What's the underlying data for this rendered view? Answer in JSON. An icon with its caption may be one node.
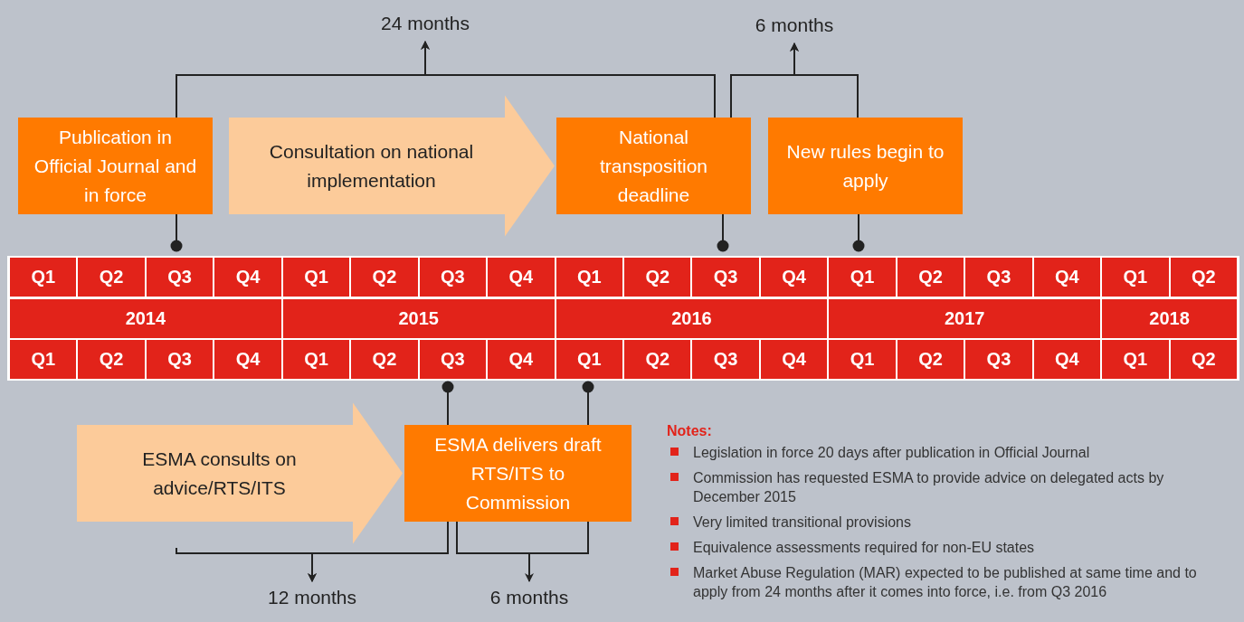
{
  "diagram": {
    "nodes": [
      {
        "text": [
          "24 months"
        ]
      },
      {
        "text": [
          "6 months"
        ]
      },
      {
        "text": [
          "Publication in Official Journal and in force"
        ]
      },
      {
        "text": [
          "National transposition deadline"
        ]
      },
      {
        "text": [
          "New rules begin to apply"
        ]
      },
      {
        "text": [
          "Q1"
        ]
      },
      {
        "text": [
          "Q2"
        ]
      },
      {
        "text": [
          "Q3"
        ]
      },
      {
        "text": [
          "Q4"
        ]
      },
      {
        "text": [
          "Q1"
        ]
      },
      {
        "text": [
          "Q2"
        ]
      },
      {
        "text": [
          "Q3"
        ]
      },
      {
        "text": [
          "Q4"
        ]
      },
      {
        "text": [
          "Q1"
        ]
      },
      {
        "text": [
          "Q2"
        ]
      },
      {
        "text": [
          "Q3"
        ]
      },
      {
        "text": [
          "Q4"
        ]
      },
      {
        "text": [
          "Q1"
        ]
      },
      {
        "text": [
          "Q2"
        ]
      },
      {
        "text": [
          "Q3"
        ]
      },
      {
        "text": [
          "Q4"
        ]
      },
      {
        "text": [
          "Q1"
        ]
      },
      {
        "text": [
          "Q2"
        ]
      },
      {
        "text": [
          "2014"
        ]
      },
      {
        "text": [
          "2015"
        ]
      },
      {
        "text": [
          "2016"
        ]
      },
      {
        "text": [
          "2017"
        ]
      },
      {
        "text": [
          "2018"
        ]
      },
      {
        "text": [
          "Q1"
        ]
      },
      {
        "text": [
          "Q2"
        ]
      },
      {
        "text": [
          "Q3"
        ]
      },
      {
        "text": [
          "Q4"
        ]
      },
      {
        "text": [
          "Q1"
        ]
      },
      {
        "text": [
          "Q2"
        ]
      },
      {
        "text": [
          "Q3"
        ]
      },
      {
        "text": [
          "Q4"
        ]
      },
      {
        "text": [
          "Q1"
        ]
      },
      {
        "text": [
          "Q2"
        ]
      },
      {
        "text": [
          "Q3"
        ]
      },
      {
        "text": [
          "Q4"
        ]
      },
      {
        "text": [
          "Q1"
        ]
      },
      {
        "text": [
          "Q2"
        ]
      },
      {
        "text": [
          "Q3"
        ]
      },
      {
        "text": [
          "Q4"
        ]
      },
      {
        "text": [
          "Q1"
        ]
      },
      {
        "text": [
          "Q2"
        ]
      },
      {
        "text": [
          "ESMA delivers draft RTS/ITS to Commission"
        ]
      },
      {
        "text": [
          "12 months"
        ]
      },
      {
        "text": [
          "6 months"
        ]
      }
    ],
    "edges": [
      {
        "from": 2,
        "to": 0,
        "arrow": "to"
      },
      {
        "from": 3,
        "to": 0,
        "arrow": "to"
      },
      {
        "from": 3,
        "to": 1,
        "arrow": "to"
      },
      {
        "from": 4,
        "to": 1,
        "arrow": "to"
      },
      {
        "from": 2,
        "to": 7,
        "arrow": "other"
      },
      {
        "from": 3,
        "to": 15,
        "arrow": "other"
      },
      {
        "from": 4,
        "to": 17,
        "arrow": "other"
      },
      {
        "from": 46,
        "to": 34,
        "arrow": "other"
      },
      {
        "from": 46,
        "to": 36,
        "arrow": "other"
      },
      {
        "from": 2,
        "to": 3,
        "arrow": "to",
        "label": "Consultation on national implementation",
        "style": "thick",
        "color": "#fccb9a"
      },
      {
        "from": null,
        "to": 46,
        "arrow": "to",
        "label": "ESMA consults on advice/RTS/ITS",
        "style": "thick",
        "color": "#fccb9a"
      },
      {
        "from": null,
        "to": 47,
        "arrow": "to"
      },
      {
        "from": 46,
        "to": 47,
        "arrow": "to"
      },
      {
        "from": 46,
        "to": 48,
        "arrow": "to"
      }
    ],
    "labels": [
      "Notes:",
      "Legislation in force 20 days after publication in Official Journal",
      "Commission has requested ESMA to provide advice on delegated acts by December 2015",
      "Very limited transitional provisions",
      "Equivalence assessments required for non-EU states",
      "Market Abuse Regulation (MAR) expected to be published at same time and to apply from 24 months after it comes into force, i.e. from Q3 2016"
    ]
  }
}
